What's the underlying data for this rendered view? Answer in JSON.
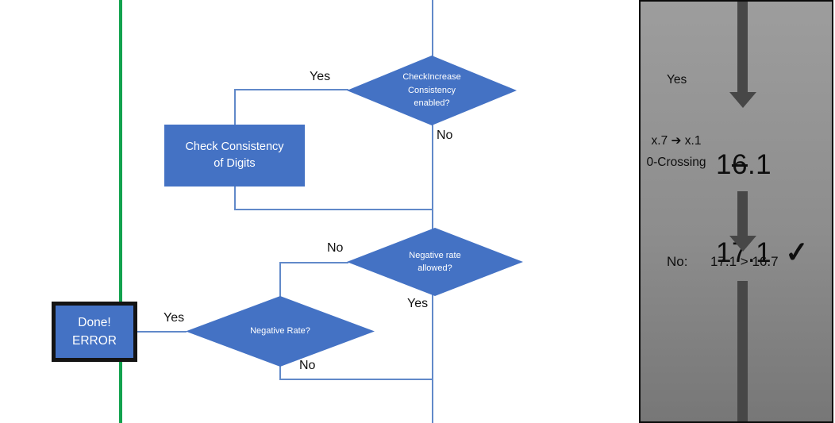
{
  "slide": {
    "flowchart": {
      "decision_check_increase": "CheckIncrease\nConsistency\nenabled?",
      "process_check_consistency": "Check Consistency\nof Digits",
      "decision_negative_rate_allowed": "Negative rate\nallowed?",
      "decision_negative_rate": "Negative Rate?",
      "terminator_done_error": "Done!\nERROR",
      "branch_labels": {
        "decision1_yes": "Yes",
        "decision1_no": "No",
        "decision2_no": "No",
        "decision2_yes": "Yes",
        "decision3_yes": "Yes",
        "decision3_no": "No"
      }
    },
    "side_panel": {
      "yes_label": "Yes",
      "zero_crossing": "x.7 ➔ x.1\n0-Crossing",
      "old_value": {
        "before": "1",
        "struck": "6",
        "after": ".1"
      },
      "new_value": "17.1",
      "comparison": {
        "prefix": "No:",
        "expression": "17.1 > 16.7",
        "check_icon": "✓"
      }
    },
    "colors": {
      "shape_blue": "#4472C4",
      "connector_blue": "#6189c9",
      "green_line": "#12A24E",
      "panel_gray_top": "#9d9d9d",
      "panel_gray_bottom": "#777777",
      "arrow_gray": "#474747",
      "done_border": "#141414"
    }
  }
}
